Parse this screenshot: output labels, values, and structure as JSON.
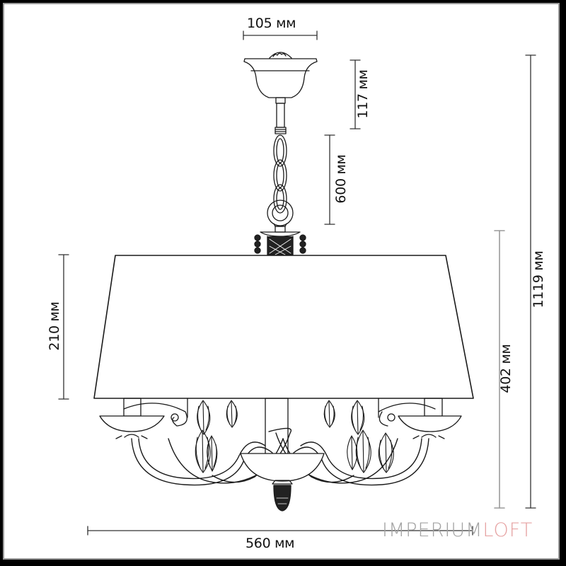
{
  "title": "Chandelier dimension drawing",
  "dimensions": {
    "canopy_width": "105 мм",
    "canopy_height": "117 мм",
    "chain_length": "600 мм",
    "shade_height": "210 мм",
    "body_height": "402 мм",
    "total_height": "1119 мм",
    "total_width": "560 мм"
  },
  "watermark": {
    "part1": "IMPERIUM",
    "part2": "LOFT",
    "part1_color": "#a3a3a3",
    "part2_color": "#e6a3a3"
  },
  "colors": {
    "frame": "#000000",
    "frame_inner": "#9a9a9a",
    "background": "#ffffff",
    "line": "#1a1a1a"
  }
}
